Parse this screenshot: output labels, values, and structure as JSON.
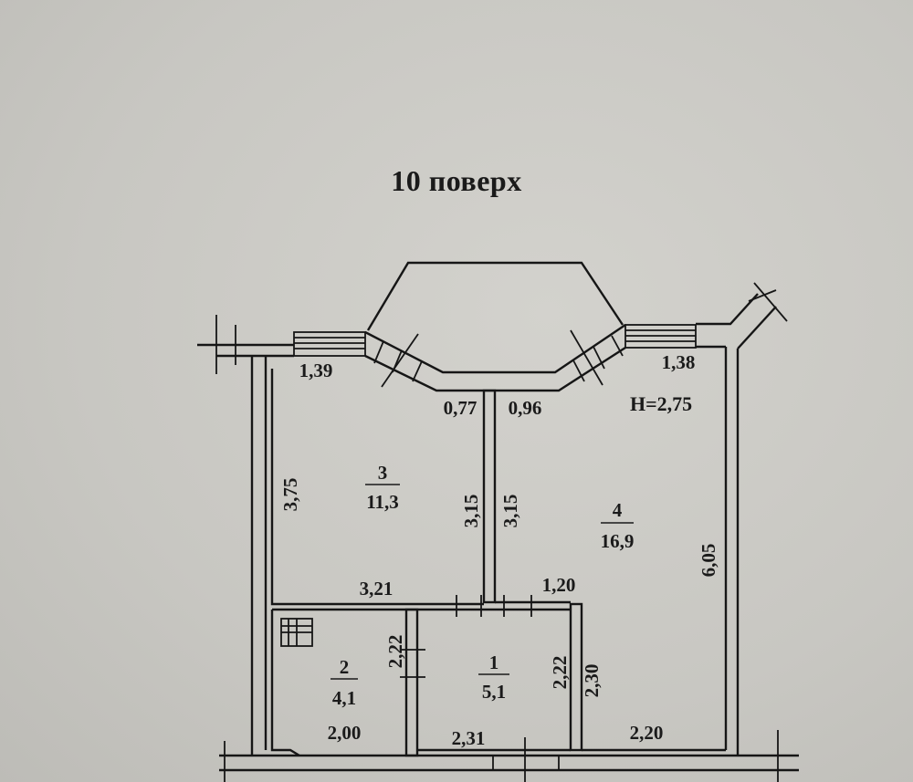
{
  "title": "10 поверх",
  "height_label": "H=2,75",
  "rooms": [
    {
      "number": "1",
      "area": "5,1"
    },
    {
      "number": "2",
      "area": "4,1"
    },
    {
      "number": "3",
      "area": "11,3"
    },
    {
      "number": "4",
      "area": "16,9"
    }
  ],
  "dimensions": {
    "balcony_left": "1,39",
    "balcony_right": "1,38",
    "door_left": "0,77",
    "door_right": "0,96",
    "room3_height": "3,75",
    "room3_right_height": "3,15",
    "room4_left_height": "3,15",
    "room3_width": "3,21",
    "room4_right_height": "6,05",
    "corridor_top": "1,20",
    "room2_height": "2,22",
    "room1_height": "2,22",
    "room4_lower_height": "2,30",
    "room2_width": "2,00",
    "room1_width": "2,31",
    "room4_bottom": "2,20"
  }
}
